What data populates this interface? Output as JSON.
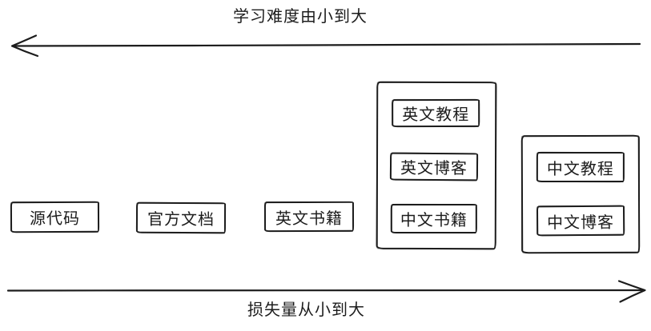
{
  "diagram": {
    "top_axis": {
      "label": "学习难度由小到大",
      "direction": "left"
    },
    "bottom_axis": {
      "label": "损失量从小到大",
      "direction": "right"
    },
    "boxes": [
      {
        "label": "源代码"
      },
      {
        "label": "官方文档"
      },
      {
        "label": "英文书籍"
      }
    ],
    "groups": [
      {
        "items": [
          {
            "label": "英文教程"
          },
          {
            "label": "英文博客"
          },
          {
            "label": "中文书籍"
          }
        ]
      },
      {
        "items": [
          {
            "label": "中文教程"
          },
          {
            "label": "中文博客"
          }
        ]
      }
    ],
    "colors": {
      "stroke": "#1c1c1c",
      "background": "#ffffff"
    }
  }
}
